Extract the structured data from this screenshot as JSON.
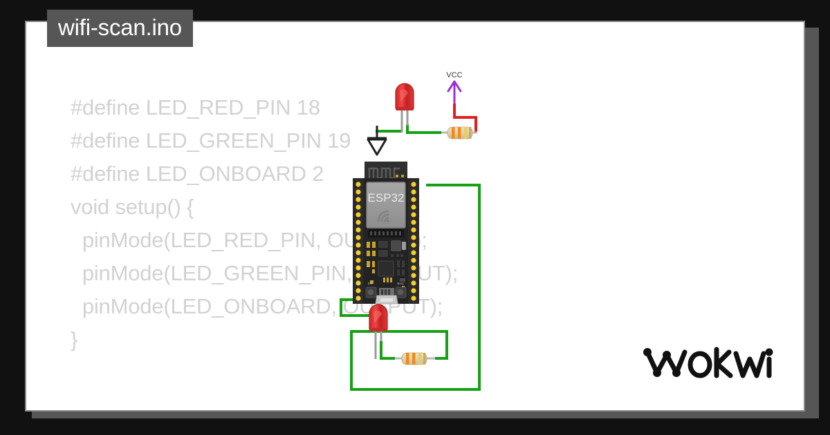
{
  "page": {
    "background_color": "#111111",
    "card_color": "#ffffff",
    "card_border_color": "#8a8a8a",
    "card_shadow_color": "#565656"
  },
  "file_tab": {
    "label": "wifi-scan.ino",
    "background_color": "#565656",
    "text_color": "#ffffff"
  },
  "code": {
    "text_color": "#d2d2d2",
    "lines": [
      "#define LED_RED_PIN 18",
      "#define LED_GREEN_PIN 19",
      "#define LED_ONBOARD 2",
      "",
      "void setup() {",
      "",
      "  pinMode(LED_RED_PIN, OUTPUT);",
      "  pinMode(LED_GREEN_PIN, OUTPUT);",
      "  pinMode(LED_ONBOARD, OUTPUT);",
      "}"
    ]
  },
  "diagram": {
    "board": {
      "name": "ESP32 DevKit V1",
      "silk_label": "ESP32",
      "shield_color": "#9a9a9a",
      "pcb_color": "#232323",
      "pin_color": "#f5cf2a",
      "buttons": [
        {
          "label": "EN"
        },
        {
          "label": "Boot"
        }
      ],
      "connector": "micro-usb",
      "antenna": "pcb-meander-antenna",
      "wifi_glyph": "wifi-waves"
    },
    "parts": [
      {
        "type": "led",
        "color": "red",
        "position": "top-circuit",
        "body_color": "#e33b3b"
      },
      {
        "type": "resistor",
        "position": "top-circuit",
        "body_color": "#e4d7b0",
        "bands": [
          "orange",
          "orange",
          "tan"
        ]
      },
      {
        "type": "led",
        "color": "red",
        "position": "bottom-circuit",
        "body_color": "#e33b3b"
      },
      {
        "type": "resistor",
        "position": "bottom-circuit",
        "body_color": "#e4d7b0",
        "bands": [
          "orange",
          "orange",
          "tan"
        ]
      }
    ],
    "symbols": [
      {
        "type": "vcc",
        "label": "VCC",
        "arrow_color": "#9b30d0",
        "text_color": "#333333"
      },
      {
        "type": "gnd",
        "label": "",
        "color": "#222222"
      }
    ],
    "wire_colors": {
      "signal": "#15a015",
      "power": "#e02020"
    }
  },
  "brand": {
    "logo_text": "wokwi",
    "logo_color": "#111111"
  }
}
